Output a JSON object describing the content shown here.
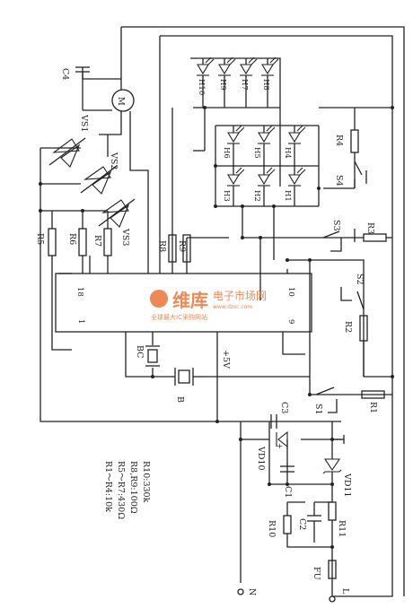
{
  "ic": {
    "pin_18": "18",
    "pin_10": "10",
    "pin_1": "1",
    "pin_9": "9",
    "vcc_label": "+5V"
  },
  "components": {
    "motor": "M",
    "c4": "C4",
    "vs1": "VS1",
    "vs2": "VS2",
    "vs3": "VS3",
    "r5": "R5",
    "r6": "R6",
    "r7": "R7",
    "r8": "R8",
    "r9": "R9",
    "h1": "H1",
    "h2": "H2",
    "h3": "H3",
    "h4": "H4",
    "h5": "H5",
    "h6": "H6",
    "h7": "H7",
    "h8": "H8",
    "h9": "H9",
    "h10": "H10",
    "r1": "R1",
    "r2": "R2",
    "r3": "R3",
    "r4": "R4",
    "s1": "S1",
    "s2": "S2",
    "s3": "S3",
    "s4": "S4",
    "bc": "BC",
    "b": "B",
    "c3": "C3",
    "vd11": "VD11",
    "vd10": "VD10",
    "c1": "C1",
    "c2": "C2",
    "r10": "R10",
    "r11": "R11",
    "fu": "FU",
    "term_n": "N",
    "term_l": "L"
  },
  "notes": [
    "R1～R4:10k",
    "R5～R7:430Ω",
    "R8,R9:100Ω",
    "R10:330k"
  ],
  "watermark": {
    "brand": "维库",
    "title": "电子市场网",
    "url": "www.dzsc.com",
    "tagline": "全球最大IC采购网站"
  },
  "colors": {
    "ink": "#222222",
    "watermark": "#e8753a"
  }
}
